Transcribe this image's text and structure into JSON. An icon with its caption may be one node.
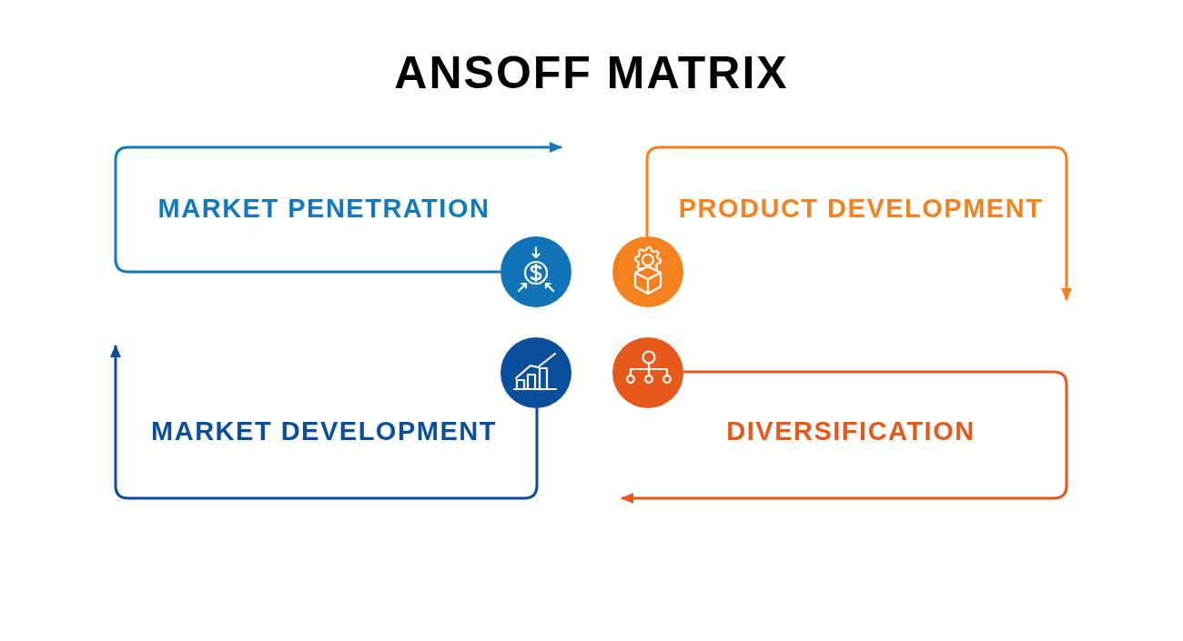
{
  "diagram": {
    "title": "ANSOFF MATRIX",
    "nodes": [
      {
        "text": [],
        "shape": "circle",
        "beside": [
          "MARKET PENETRATION"
        ]
      },
      {
        "text": [],
        "shape": "circle",
        "beside": [
          "PRODUCT DEVELOPMENT"
        ]
      },
      {
        "text": [],
        "shape": "circle",
        "beside": [
          "MARKET DEVELOPMENT"
        ]
      },
      {
        "text": [],
        "shape": "circle",
        "beside": [
          "DIVERSIFICATION"
        ]
      }
    ],
    "edges": [
      {
        "from": 0,
        "to": null,
        "arrow": "to",
        "color": "#1479bb"
      },
      {
        "from": 1,
        "to": null,
        "arrow": "to",
        "color": "#f5821f"
      },
      {
        "from": 2,
        "to": null,
        "arrow": "to",
        "color": "#0b4f9c"
      },
      {
        "from": 3,
        "to": null,
        "arrow": "to",
        "color": "#e6591a"
      }
    ]
  }
}
